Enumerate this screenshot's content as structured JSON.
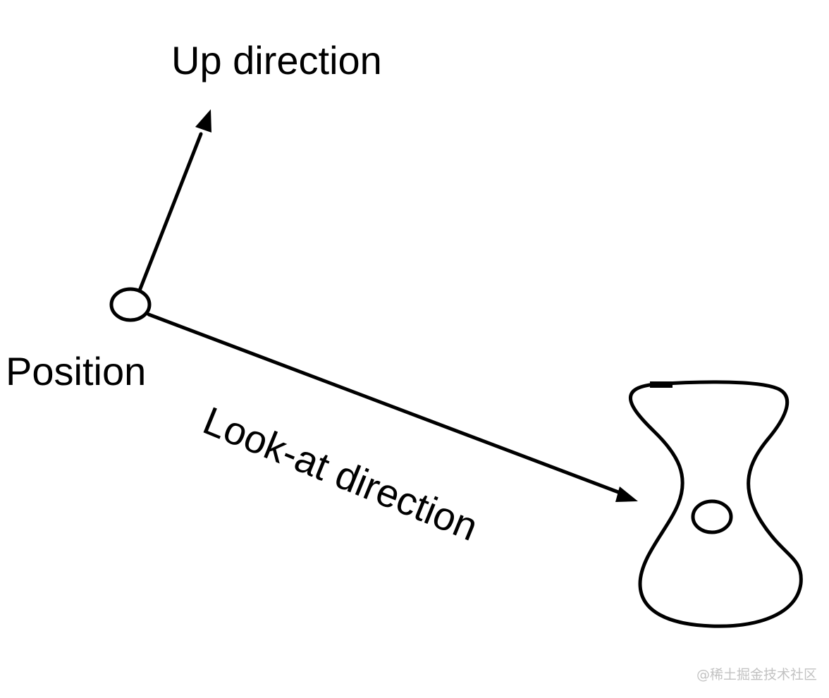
{
  "labels": {
    "up_direction": "Up direction",
    "position": "Position",
    "look_at_direction": "Look-at direction"
  },
  "watermark": "@稀土掘金技术社区",
  "colors": {
    "stroke": "#000000",
    "background": "#ffffff",
    "watermark": "#c2c2c2"
  }
}
